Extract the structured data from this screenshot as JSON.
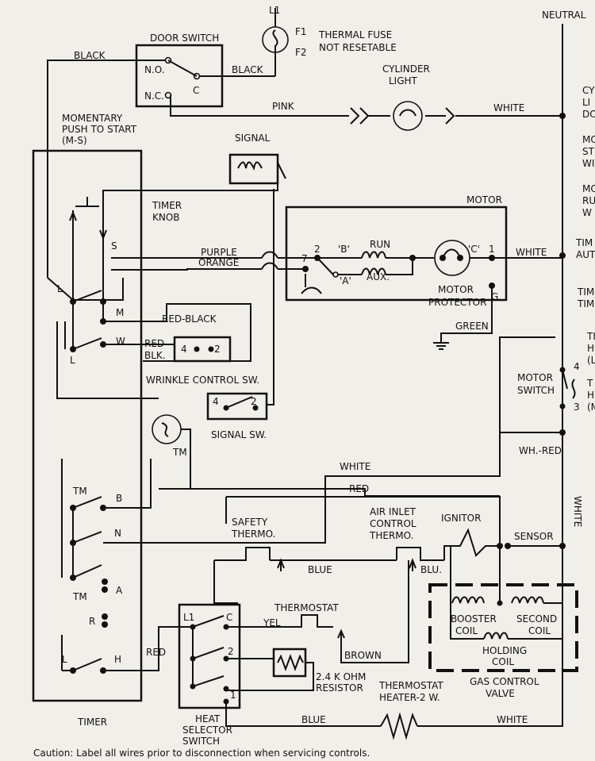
{
  "labels": {
    "neutral": "NEUTRAL",
    "l1_top": "L1",
    "f1": "F1",
    "f2": "F2",
    "thermal_fuse": "THERMAL FUSE",
    "not_resetable": "NOT RESETABLE",
    "door_switch": "DOOR SWITCH",
    "no": "N.O.",
    "nc": "N.C.",
    "c_door": "C",
    "black1": "BLACK",
    "black2": "BLACK",
    "cylinder": "CYLINDER",
    "light": "LIGHT",
    "pink": "PINK",
    "white_top": "WHITE",
    "momentary1": "MOMENTARY",
    "momentary2": "PUSH TO START",
    "momentary3": "(M-S)",
    "signal": "SIGNAL",
    "timer_knob1": "TIMER",
    "timer_knob2": "KNOB",
    "s": "S",
    "motor": "MOTOR",
    "purple": "PURPLE",
    "orange": "ORANGE",
    "t2": "2",
    "tb": "'B'",
    "run": "RUN",
    "tc": "'C'",
    "t1": "1",
    "white_motor": "WHITE",
    "t7": "7",
    "ta": "'A'",
    "aux": "AUX.",
    "motor_protector1": "MOTOR",
    "motor_protector2": "PROTECTOR",
    "g": "G",
    "green": "GREEN",
    "l_upper": "L",
    "m": "M",
    "red_black": "RED-BLACK",
    "red_blk1": "RED-",
    "red_blk2": "BLK.",
    "wc4": "4",
    "wc2": "2",
    "w": "W",
    "l_mid": "L",
    "wrinkle": "WRINKLE CONTROL SW.",
    "ss4": "4",
    "ss2": "2",
    "signal_sw": "SIGNAL SW.",
    "tm_motor": "TM",
    "motor_switch1": "MOTOR",
    "motor_switch2": "SWITCH",
    "ms4": "4",
    "ms3": "3",
    "wh_red": "WH.-RED",
    "white_mid": "WHITE",
    "red_mid": "RED",
    "tm1": "TM",
    "b": "B",
    "n": "N",
    "tm2": "TM",
    "a": "A",
    "r": "R",
    "l_low": "L",
    "h": "H",
    "timer": "TIMER",
    "safety1": "SAFETY",
    "safety2": "THERMO.",
    "airinlet1": "AIR INLET",
    "airinlet2": "CONTROL",
    "airinlet3": "THERMO.",
    "blue_mid": "BLUE",
    "blu": "BLU.",
    "ignitor": "IGNITOR",
    "sensor": "SENSOR",
    "white_vert": "WHITE",
    "booster1": "BOOSTER",
    "booster2": "COIL",
    "second1": "SECOND",
    "second2": "COIL",
    "holding1": "HOLDING",
    "holding2": "COIL",
    "gas1": "GAS CONTROL",
    "gas2": "VALVE",
    "thermostat": "THERMOSTAT",
    "yel": "YEL",
    "brown": "BROWN",
    "hs_l1": "L1",
    "hs_c": "C",
    "hs_2": "2",
    "hs_1": "1",
    "red_low": "RED",
    "resistor1": "2.4 K OHM",
    "resistor2": "RESISTOR",
    "th_heater1": "THERMOSTAT",
    "th_heater2": "HEATER-2 W.",
    "blue_bottom": "BLUE",
    "white_bottom": "WHITE",
    "heat_sel1": "HEAT",
    "heat_sel2": "SELECTOR",
    "heat_sel3": "SWITCH",
    "caution": "Caution: Label all wires prior to disconnection when servicing controls.",
    "r_cy1": "CY",
    "r_cy2": "LI",
    "r_cy3": "DO",
    "r_mo1": "MO",
    "r_mo2": "ST",
    "r_mo3": "WI",
    "r_mu1": "MO",
    "r_mu2": "RU",
    "r_mu3": "W",
    "r_ti1": "TIM",
    "r_ti2": "AUT",
    "r_tj1": "TIM",
    "r_tj2": "TIM",
    "r_th1": "TI",
    "r_th2": "H",
    "r_th3": "(L",
    "r_tk1": "T",
    "r_tk2": "H",
    "r_tk3": "(M"
  }
}
